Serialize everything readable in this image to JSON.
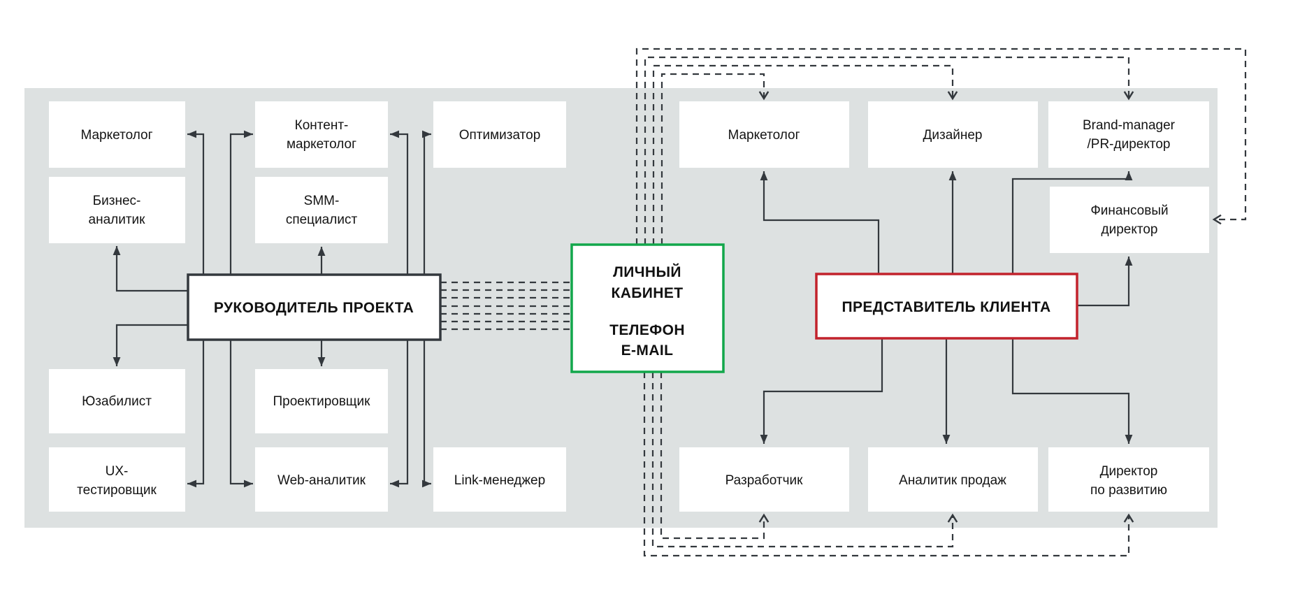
{
  "diagram": {
    "colors": {
      "panel_bg": "#dde1e1",
      "line": "#33383d",
      "pm_border": "#33383d",
      "hub_border": "#12a74b",
      "client_border": "#c2222c",
      "box_bg": "#ffffff",
      "text": "#141414"
    },
    "team": {
      "marketolog": {
        "label": "Маркетолог"
      },
      "content_marketolog": {
        "line1": "Контент-",
        "line2": "маркетолог"
      },
      "optimizator": {
        "label": "Оптимизатор"
      },
      "business_analyst": {
        "line1": "Бизнес-",
        "line2": "аналитик"
      },
      "smm_specialist": {
        "line1": "SMM-",
        "line2": "специалист"
      },
      "project_manager": {
        "label": "РУКОВОДИТЕЛЬ ПРОЕКТА"
      },
      "usability_specialist": {
        "label": "Юзабилист"
      },
      "planner": {
        "label": "Проектировщик"
      },
      "ux_tester": {
        "line1": "UX-",
        "line2": "тестировщик"
      },
      "web_analyst": {
        "label": "Web-аналитик"
      },
      "link_manager": {
        "label": "Link-менеджер"
      }
    },
    "hub": {
      "line1": "ЛИЧНЫЙ",
      "line2": "КАБИНЕТ",
      "line3": "ТЕЛЕФОН",
      "line4": "E-MAIL"
    },
    "client": {
      "marketolog": {
        "label": "Маркетолог"
      },
      "designer": {
        "label": "Дизайнер"
      },
      "brand_manager": {
        "line1": "Brand-manager",
        "line2": "/PR-директор"
      },
      "financial_director": {
        "line1": "Финансовый",
        "line2": "директор"
      },
      "representative": {
        "label": "ПРЕДСТАВИТЕЛЬ КЛИЕНТА"
      },
      "developer": {
        "label": "Разработчик"
      },
      "sales_analyst": {
        "label": "Аналитик продаж"
      },
      "development_director": {
        "line1": "Директор",
        "line2": "по развитию"
      }
    }
  }
}
